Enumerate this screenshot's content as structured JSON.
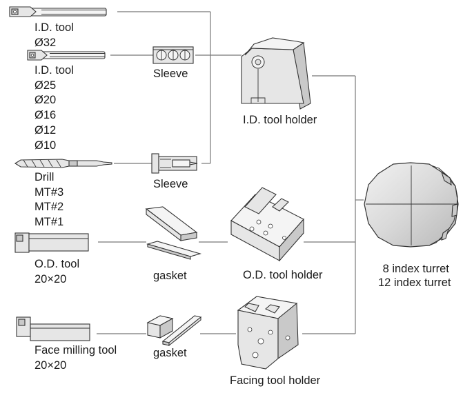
{
  "tools": {
    "id_tool_32": {
      "name": "I.D. tool",
      "sizes": [
        "Ø32"
      ]
    },
    "id_tool_small": {
      "name": "I.D. tool",
      "sizes": [
        "Ø25",
        "Ø20",
        "Ø16",
        "Ø12",
        "Ø10"
      ]
    },
    "drill": {
      "name": "Drill",
      "sizes": [
        "MT#3",
        "MT#2",
        "MT#1"
      ]
    },
    "od_tool": {
      "name": "O.D. tool",
      "size": "20×20"
    },
    "face_milling_tool": {
      "name": "Face milling tool",
      "size": "20×20"
    }
  },
  "adapters": {
    "sleeve_id": "Sleeve",
    "sleeve_drill": "Sleeve",
    "gasket_od": "gasket",
    "gasket_face": "gasket"
  },
  "holders": {
    "id_holder": "I.D. tool holder",
    "od_holder": "O.D. tool holder",
    "facing_holder": "Facing tool holder"
  },
  "turret": {
    "lines": [
      "8 index turret",
      "12 index turret"
    ]
  },
  "colors": {
    "line": "#777777",
    "part_fill": "#e6e6e6",
    "part_dark": "#c9c9c9",
    "outline": "#333333"
  }
}
